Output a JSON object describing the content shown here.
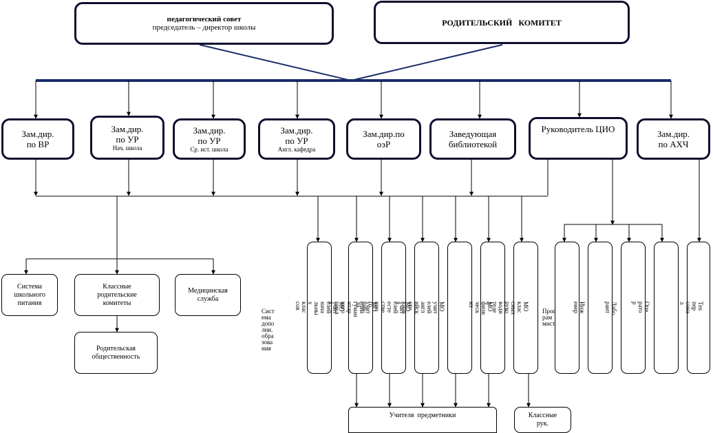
{
  "top": {
    "council_title": "педагогический совет",
    "council_subtitle": "председатель – директор школы",
    "parent_committee": "РОДИТЕЛЬСКИЙ   КОМИТЕТ"
  },
  "deputies": [
    {
      "line1": "Зам.дир.",
      "line2": "по ВР",
      "line3": ""
    },
    {
      "line1": "Зам.дир.",
      "line2": "по УР",
      "line3": "Нач. школа"
    },
    {
      "line1": "Зам.дир.",
      "line2": "по УР",
      "line3": "Ср. ист. школа"
    },
    {
      "line1": "Зам.дир.",
      "line2": "по УР",
      "line3": "Англ. кафедра"
    },
    {
      "line1": "Зам.дир.по",
      "line2": "оэР",
      "line3": ""
    },
    {
      "line1": "Заведующая",
      "line2": "библиотекой",
      "line3": ""
    },
    {
      "line1": "Руководитель ЦИО",
      "line2": "",
      "line3": ""
    },
    {
      "line1": "Зам.дир.",
      "line2": "по АХЧ",
      "line3": ""
    }
  ],
  "bottom_left": {
    "nutrition": "Система школьного питания",
    "class_committees": "Классные родительские комитеты",
    "medical": "Медицинская служба",
    "parent_public": "Родительская общественность"
  },
  "vertical_fragments": [
    "Сист\nема\nдопо\nлни.\nобра\nзова\nния",
    "МО\nучит\nелей\nнача\nльны\nх\nклас\nсов",
    "МО\nучит\nелей\nгуман\nитар\nного\nцикл\nа",
    "МО\nучит\nелей\nесте\nстве\nнно\nго\nцик\nла",
    "МО\nучит\nелей\nангл\nийск\nого\nязык\nа",
    "МО\nфизи\nческ\nих",
    "МО\nклас\nсных\nруко\nводи\nтеле\nй",
    "Прог\nрам\nмист",
    "Инж\nенер",
    "Лабо\nрант",
    "Опе\nрато\nр",
    "Тех\nпер\nсона\nл"
  ],
  "bottom": {
    "subject_teachers": "Учителя  предметники",
    "class_leaders": "Классные рук."
  }
}
